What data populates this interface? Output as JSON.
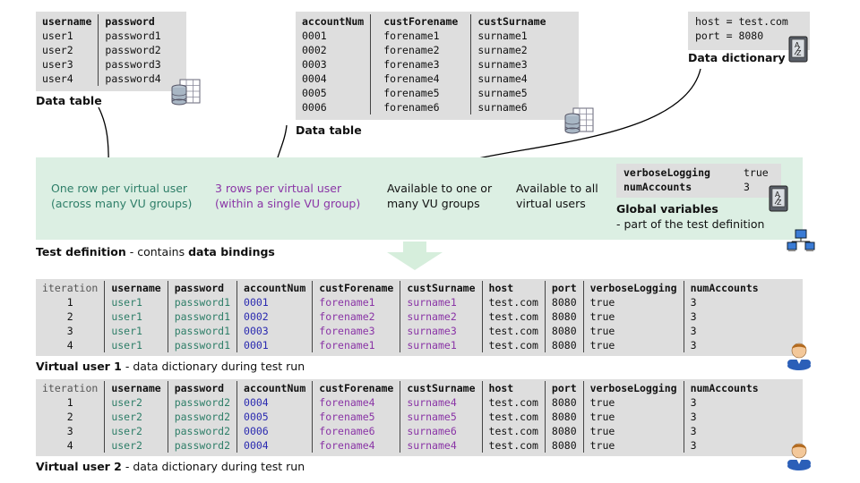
{
  "data_table_1": {
    "headers": [
      "username",
      "password"
    ],
    "rows": [
      [
        "user1",
        "password1"
      ],
      [
        "user2",
        "password2"
      ],
      [
        "user3",
        "password3"
      ],
      [
        "user4",
        "password4"
      ]
    ],
    "caption": "Data table"
  },
  "data_table_2": {
    "headers": [
      "accountNum",
      "custForename",
      "custSurname"
    ],
    "rows": [
      [
        "0001",
        "forename1",
        "surname1"
      ],
      [
        "0002",
        "forename2",
        "surname2"
      ],
      [
        "0003",
        "forename3",
        "surname3"
      ],
      [
        "0004",
        "forename4",
        "surname4"
      ],
      [
        "0005",
        "forename5",
        "surname5"
      ],
      [
        "0006",
        "forename6",
        "surname6"
      ]
    ],
    "caption": "Data table"
  },
  "data_dictionary": {
    "lines": [
      "host = test.com",
      "port = 8080"
    ],
    "caption": "Data dictionary"
  },
  "test_definition": {
    "notes": {
      "one_row": [
        "One row per virtual user",
        "(across many VU groups)"
      ],
      "three_rows": [
        "3 rows per virtual user",
        "(within a single VU group)"
      ],
      "available_groups": [
        "Available to one or",
        "many VU groups"
      ],
      "available_all": [
        "Available to all",
        "virtual users"
      ]
    },
    "global_vars": {
      "rows": [
        [
          "verboseLogging",
          "true"
        ],
        [
          "numAccounts",
          "3"
        ]
      ],
      "title": "Global variables",
      "subtitle": "- part of the test definition"
    },
    "caption_bold": "Test definition",
    "caption_mid": " - contains ",
    "caption_bold2": "data bindings"
  },
  "run_headers": [
    "iteration",
    "username",
    "password",
    "accountNum",
    "custForename",
    "custSurname",
    "host",
    "port",
    "verboseLogging",
    "numAccounts"
  ],
  "virtual_user_1": {
    "rows": [
      [
        "1",
        "user1",
        "password1",
        "0001",
        "forename1",
        "surname1",
        "test.com",
        "8080",
        "true",
        "3"
      ],
      [
        "2",
        "user1",
        "password1",
        "0002",
        "forename2",
        "surname2",
        "test.com",
        "8080",
        "true",
        "3"
      ],
      [
        "3",
        "user1",
        "password1",
        "0003",
        "forename3",
        "surname3",
        "test.com",
        "8080",
        "true",
        "3"
      ],
      [
        "4",
        "user1",
        "password1",
        "0001",
        "forename1",
        "surname1",
        "test.com",
        "8080",
        "true",
        "3"
      ]
    ],
    "caption_bold": "Virtual user 1",
    "caption_rest": " - data dictionary during test run"
  },
  "virtual_user_2": {
    "rows": [
      [
        "1",
        "user2",
        "password2",
        "0004",
        "forename4",
        "surname4",
        "test.com",
        "8080",
        "true",
        "3"
      ],
      [
        "2",
        "user2",
        "password2",
        "0005",
        "forename5",
        "surname5",
        "test.com",
        "8080",
        "true",
        "3"
      ],
      [
        "3",
        "user2",
        "password2",
        "0006",
        "forename6",
        "surname6",
        "test.com",
        "8080",
        "true",
        "3"
      ],
      [
        "4",
        "user2",
        "password2",
        "0004",
        "forename4",
        "surname4",
        "test.com",
        "8080",
        "true",
        "3"
      ]
    ],
    "caption_bold": "Virtual user 2",
    "caption_rest": " - data dictionary during test run"
  },
  "colors": {
    "green_text": "#2e7e68",
    "purple_text": "#8a35a6",
    "blue_text": "#2a2ab0",
    "panel_bg": "#dcefe3",
    "table_bg": "#dedede"
  },
  "icons": [
    "database-icon",
    "dictionary-book-icon",
    "network-icon",
    "user-icon",
    "down-arrow-icon"
  ]
}
